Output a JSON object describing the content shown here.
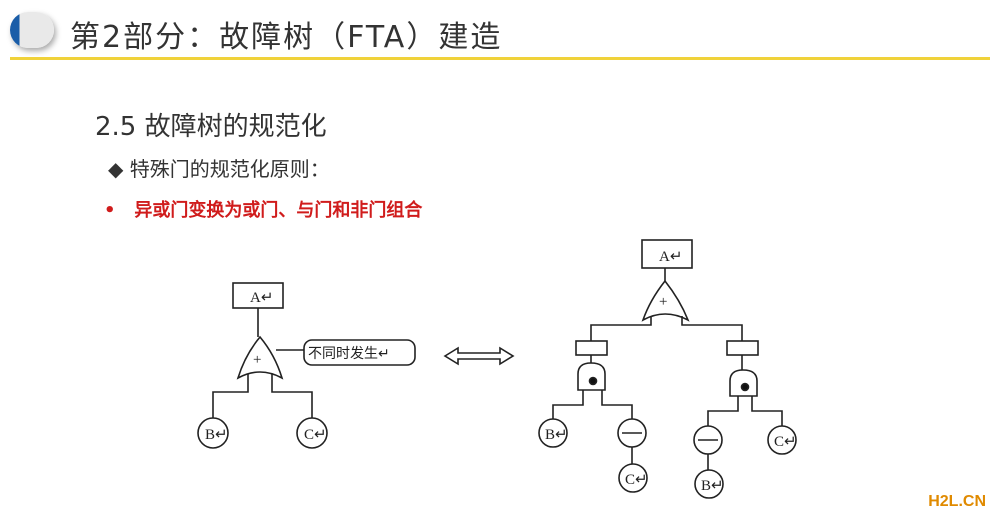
{
  "header": {
    "title": "第2部分：故障树（FTA）建造"
  },
  "section": {
    "title": "2.5 故障树的规范化"
  },
  "bullets": [
    {
      "marker": "◆",
      "text": "特殊门的规范化原则："
    },
    {
      "marker": "•",
      "text": "异或门变换为或门、与门和非门组合"
    }
  ],
  "diagram": {
    "top_event": "A↵",
    "or_symbol": "+",
    "condition": "不同时发生↵",
    "event_b": "B↵",
    "event_c": "C↵",
    "not_symbol": "—"
  },
  "watermark": "H2L.CN"
}
